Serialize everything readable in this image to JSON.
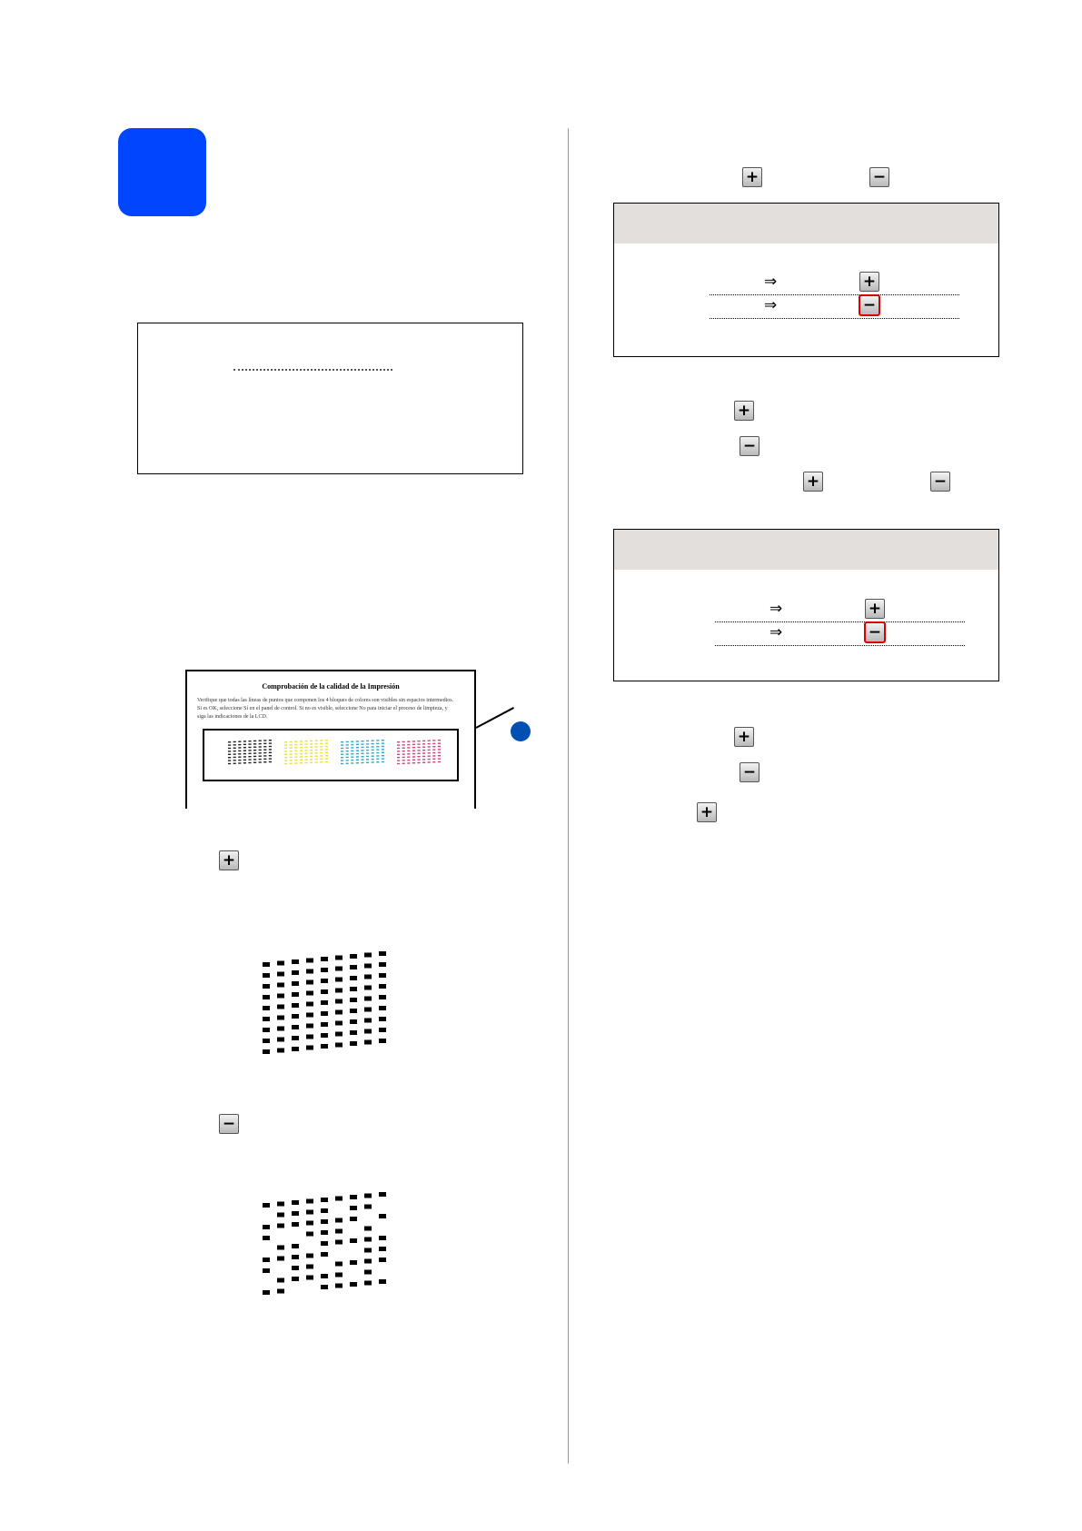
{
  "step_badge": {
    "color": "#0046ff"
  },
  "test_sheet": {
    "title": "Comprobación de la calidad de la Impresión",
    "text": "Verifique que todas las líneas de puntos que componen los 4 bloques de colores son visibles sin espacios intermedios. Si es OK, seleccione Sí en el panel de control. Si no es visible, seleccione No para iniciar el proceso de limpieza, y siga las indicaciones de la LCD.",
    "blocks": [
      {
        "name": "black",
        "color": "#222222"
      },
      {
        "name": "yellow",
        "color": "#e8e23a"
      },
      {
        "name": "cyan",
        "color": "#34a8c6"
      },
      {
        "name": "magenta",
        "color": "#d0457f"
      }
    ]
  },
  "icons": {
    "plus": "+",
    "minus": "−",
    "arrow": "⇒"
  },
  "colors": {
    "accent": "#0046ff",
    "divider": "#6f9fe0",
    "callout": "#0050b4",
    "panel_header": "#e3dfdd"
  },
  "pattern_good": {
    "rows": 9,
    "cols": 9,
    "missing": []
  },
  "pattern_bad": {
    "rows": 9,
    "cols": 9,
    "missing": [
      [
        1,
        0
      ],
      [
        1,
        5
      ],
      [
        1,
        8
      ],
      [
        2,
        7
      ],
      [
        3,
        1
      ],
      [
        3,
        2
      ],
      [
        3,
        6
      ],
      [
        3,
        8
      ],
      [
        4,
        0
      ],
      [
        4,
        3
      ],
      [
        5,
        5
      ],
      [
        5,
        6
      ],
      [
        6,
        1
      ],
      [
        6,
        4
      ],
      [
        7,
        0
      ],
      [
        7,
        6
      ],
      [
        7,
        8
      ],
      [
        8,
        2
      ],
      [
        8,
        3
      ]
    ]
  }
}
